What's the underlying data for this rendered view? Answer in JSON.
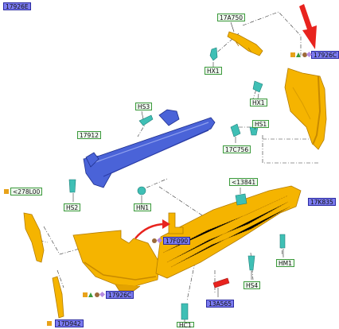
{
  "labels": [
    {
      "id": "l1",
      "text": "17926E",
      "style": "blue"
    },
    {
      "id": "l2",
      "text": "17A750",
      "style": "green"
    },
    {
      "id": "l3",
      "text": "HX1",
      "style": "green"
    },
    {
      "id": "l4",
      "text": "17926C",
      "style": "blue"
    },
    {
      "id": "l5",
      "text": "HX1",
      "style": "green"
    },
    {
      "id": "l6",
      "text": "HS3",
      "style": "green"
    },
    {
      "id": "l7",
      "text": "HS1",
      "style": "green"
    },
    {
      "id": "l8",
      "text": "17912",
      "style": "green"
    },
    {
      "id": "l9",
      "text": "17C756",
      "style": "green"
    },
    {
      "id": "l10",
      "text": "<13841",
      "style": "green"
    },
    {
      "id": "l11",
      "text": "<278L00",
      "style": "green"
    },
    {
      "id": "l12",
      "text": "17K835",
      "style": "blue"
    },
    {
      "id": "l13",
      "text": "HS2",
      "style": "green"
    },
    {
      "id": "l14",
      "text": "HN1",
      "style": "green"
    },
    {
      "id": "l15",
      "text": "17F090",
      "style": "blue"
    },
    {
      "id": "l16",
      "text": "HM1",
      "style": "green"
    },
    {
      "id": "l17",
      "text": "HS4",
      "style": "green"
    },
    {
      "id": "l18",
      "text": "17926C",
      "style": "blue"
    },
    {
      "id": "l19",
      "text": "13A565",
      "style": "blue"
    },
    {
      "id": "l20",
      "text": "17D942",
      "style": "blue"
    },
    {
      "id": "l21",
      "text": "HC1",
      "style": "green"
    }
  ],
  "colors": {
    "part_yellow": "#f5b400",
    "part_yellow_dark": "#c88a00",
    "reinforcement_blue": "#4a63d8",
    "clip_teal": "#3fbfb5",
    "arrow_red": "#e8231e",
    "label_green_border": "#3c9a3c",
    "label_blue_fill": "#7b7bf0"
  }
}
